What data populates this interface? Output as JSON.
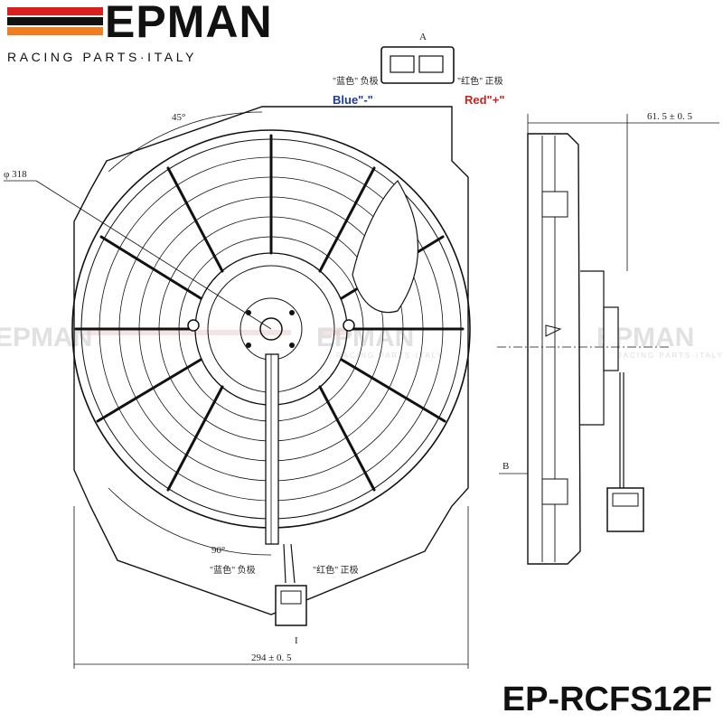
{
  "brand": {
    "name": "EPMAN",
    "tagline": "RACING PARTS·ITALY",
    "flag_colors": [
      "#d9201f",
      "#111111",
      "#ef7d22"
    ]
  },
  "watermark": {
    "name": "EPMAN",
    "tagline": "RACING PARTS·ITALY"
  },
  "connector": {
    "label": "A",
    "blue_cn": "\"蓝色\" 负极",
    "red_cn": "\"红色\" 正极",
    "blue_en": "Blue\"-\"",
    "red_en": "Red\"+\"",
    "blue_color": "#1e3a9a",
    "red_color": "#c8221f"
  },
  "dimensions": {
    "angle_top": "45°",
    "angle_bottom": "90°",
    "diameter": "φ 318",
    "width": "294 ± 0. 5",
    "depth": "61. 5 ± 0. 5",
    "section_b": "B",
    "section_i": "I"
  },
  "wires": {
    "blue_cn": "\"蓝色\" 负极",
    "red_cn": "\"红色\" 正极"
  },
  "model_code": "EP-RCFS12F"
}
